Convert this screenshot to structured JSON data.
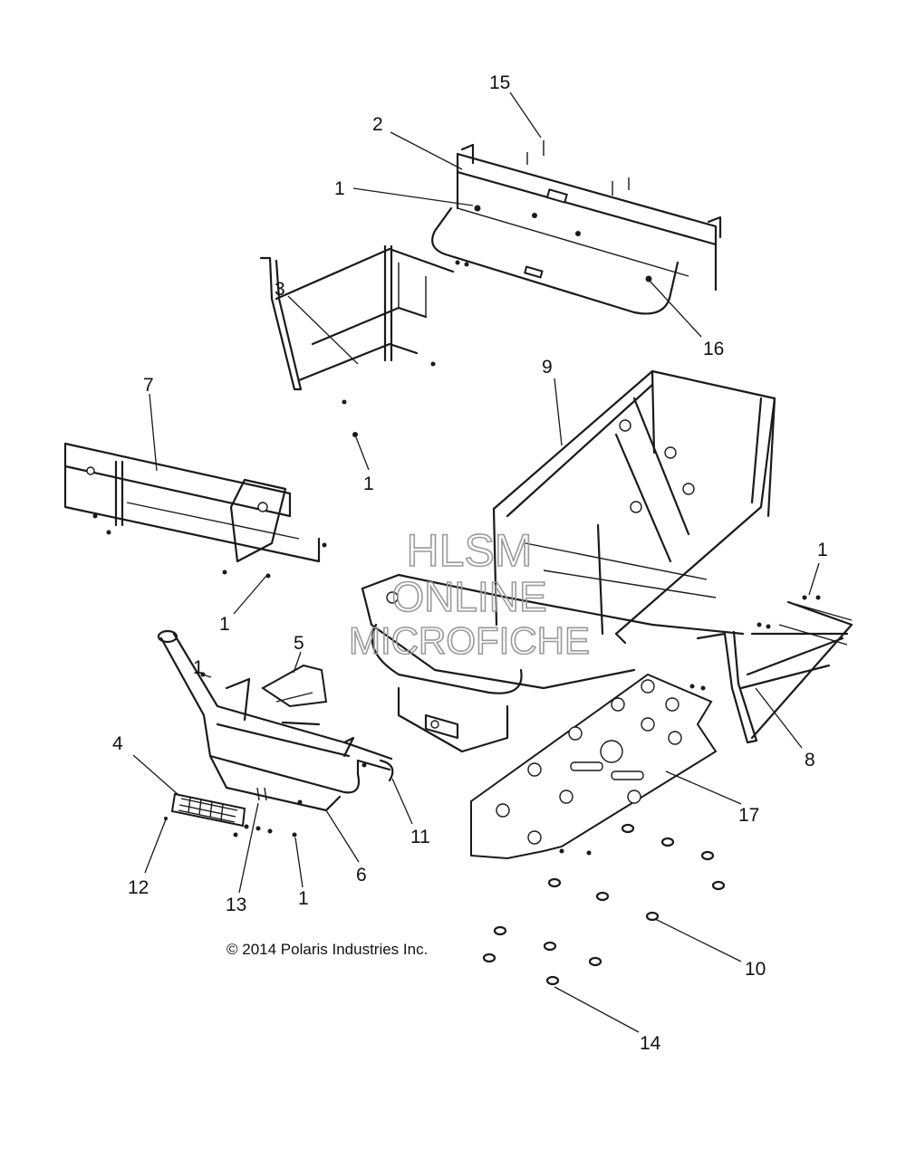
{
  "diagram": {
    "callouts": [
      {
        "id": "c15",
        "label": "15"
      },
      {
        "id": "c2",
        "label": "2"
      },
      {
        "id": "c1a",
        "label": "1"
      },
      {
        "id": "c16",
        "label": "16"
      },
      {
        "id": "c3",
        "label": "3"
      },
      {
        "id": "c1b",
        "label": "1"
      },
      {
        "id": "c7",
        "label": "7"
      },
      {
        "id": "c9",
        "label": "9"
      },
      {
        "id": "c1c",
        "label": "1"
      },
      {
        "id": "c1d",
        "label": "1"
      },
      {
        "id": "c5",
        "label": "5"
      },
      {
        "id": "c1e",
        "label": "1"
      },
      {
        "id": "c4",
        "label": "4"
      },
      {
        "id": "c8",
        "label": "8"
      },
      {
        "id": "c17",
        "label": "17"
      },
      {
        "id": "c11",
        "label": "11"
      },
      {
        "id": "c12",
        "label": "12"
      },
      {
        "id": "c13",
        "label": "13"
      },
      {
        "id": "c1f",
        "label": "1"
      },
      {
        "id": "c6",
        "label": "6"
      },
      {
        "id": "c10",
        "label": "10"
      },
      {
        "id": "c14",
        "label": "14"
      }
    ],
    "copyright": "© 2014 Polaris Industries Inc.",
    "watermark": {
      "line1": "HLSM",
      "line2": "ONLINE",
      "line3": "MICROFICHE"
    }
  }
}
